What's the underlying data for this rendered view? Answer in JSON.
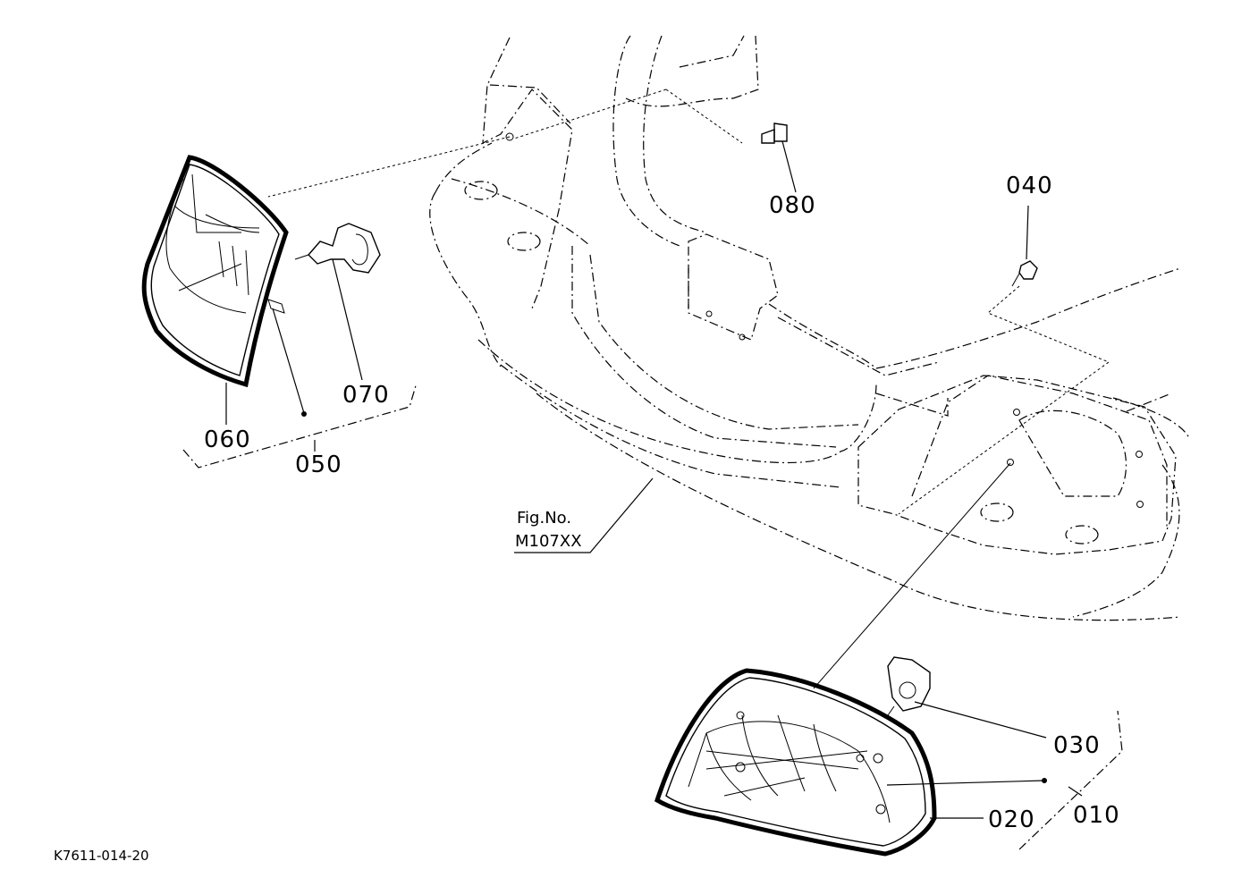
{
  "parts": {
    "p010": "010",
    "p020": "020",
    "p030": "030",
    "p040": "040",
    "p050": "050",
    "p060": "060",
    "p070": "070",
    "p080": "080"
  },
  "reference": {
    "line1": "Fig.No.",
    "line2": "M107XX"
  },
  "drawing_code": "K7611-014-20"
}
